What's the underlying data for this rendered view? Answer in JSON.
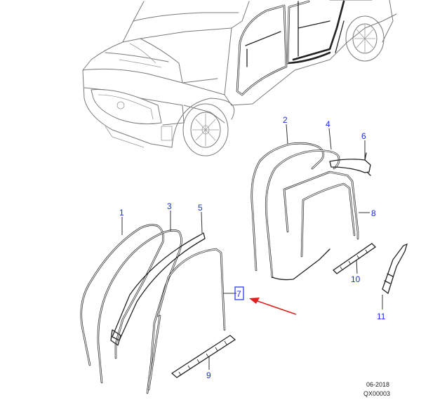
{
  "callouts": {
    "c1": "1",
    "c2": "2",
    "c3": "3",
    "c4": "4",
    "c5": "5",
    "c6": "6",
    "c7": "7",
    "c8": "8",
    "c9": "9",
    "c10": "10",
    "c11": "11"
  },
  "footer": {
    "date": "06-2018",
    "code": "QX00003"
  },
  "colors": {
    "callout_text": "#1a2ee6",
    "highlight_box": "#1a2ee6",
    "arrow": "#e02020",
    "part_line": "#222222",
    "vehicle_line": "#7a7a7a"
  }
}
